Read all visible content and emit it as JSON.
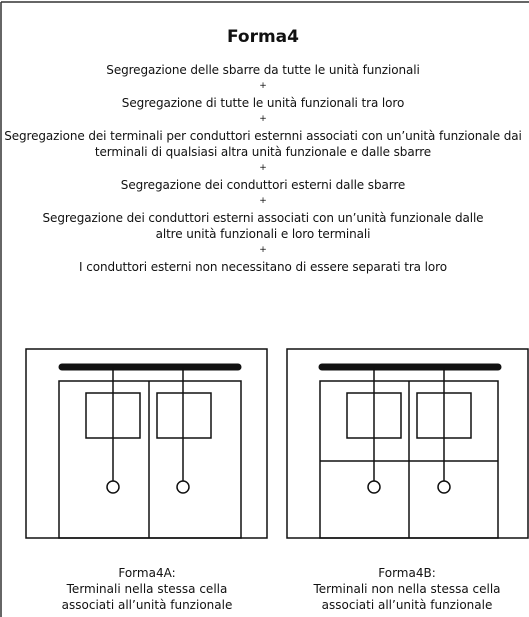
{
  "title": "Forma4",
  "statements": [
    "Segregazione delle sbarre da tutte le unità funzionali",
    "Segregazione di tutte le unità funzionali tra loro",
    "Segregazione dei terminali per conduttori esternni associati con un’unità funzionale dai terminali di qualsiasi altra unità funzionale e dalle sbarre",
    "Segregazione dei conduttori esterni dalle sbarre",
    "Segregazione dei conduttori esterni associati con un’unità funzionale dalle altre unità funzionali e loro terminali",
    "I conduttori esterni non necessitano di essere separati tra loro"
  ],
  "separator": "+",
  "diagrams": [
    {
      "caption_line1": "Forma4A:",
      "caption_line2": "Terminali nella stessa cella",
      "caption_line3": "associati all’unità funzionale"
    },
    {
      "caption_line1": "Forma4B:",
      "caption_line2": "Terminali non nella stessa cella",
      "caption_line3": "associati all’unità funzionale"
    }
  ],
  "colors": {
    "line": "#111111",
    "frame": "#333333",
    "background": "#ffffff"
  }
}
